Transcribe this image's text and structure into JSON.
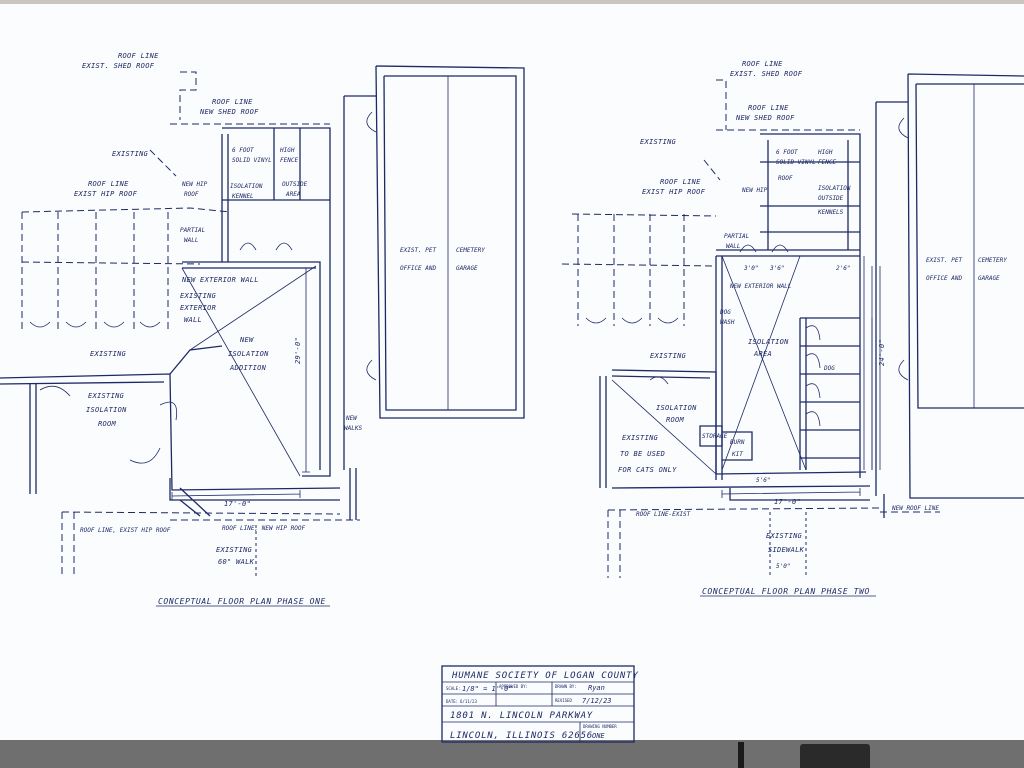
{
  "plan_one": {
    "caption": "CONCEPTUAL FLOOR PLAN PHASE ONE",
    "labels": {
      "roof_line_shed_1": "ROOF LINE",
      "roof_line_shed_2": "EXIST. SHED ROOF",
      "roof_line_new_shed_1": "ROOF LINE",
      "roof_line_new_shed_2": "NEW SHED ROOF",
      "existing_top": "EXISTING",
      "fence_1": "6 FOOT",
      "fence_2": "HIGH",
      "fence_3": "SOLID VINYL",
      "fence_4": "FENCE",
      "roof_line_hip_1": "ROOF LINE",
      "roof_line_hip_2": "EXIST HIP ROOF",
      "new_hip_1": "NEW HIP",
      "new_hip_2": "ROOF",
      "iso_kennel_1": "ISOLATION",
      "iso_kennel_2": "KENNEL",
      "outside_1": "OUTSIDE",
      "outside_2": "AREA",
      "partial_1": "PARTIAL",
      "partial_2": "WALL",
      "new_ext_wall": "NEW EXTERIOR WALL",
      "exist_ext_1": "EXISTING",
      "exist_ext_2": "EXTERIOR",
      "exist_ext_3": "WALL",
      "new_iso_1": "NEW",
      "new_iso_2": "ISOLATION",
      "new_iso_3": "ADDITION",
      "dim_29": "29'-0\"",
      "existing_mid": "EXISTING",
      "exist_iso_1": "EXISTING",
      "exist_iso_2": "ISOLATION",
      "exist_iso_3": "ROOM",
      "cemetery_1": "EXIST. PET",
      "cemetery_2": "CEMETERY",
      "cemetery_3": "OFFICE AND",
      "cemetery_4": "GARAGE",
      "walk_1": "NEW",
      "walk_2": "WALKS",
      "dim_17": "17'-0\"",
      "roof_exist_hip": "ROOF LINE, EXIST HIP ROOF",
      "roof_new_hip": "ROOF LINE, NEW HIP ROOF",
      "exist_walk_1": "EXISTING",
      "exist_walk_2": "60\" WALK"
    }
  },
  "plan_two": {
    "caption": "CONCEPTUAL FLOOR PLAN PHASE TWO",
    "labels": {
      "roof_line_shed_1": "ROOF LINE",
      "roof_line_shed_2": "EXIST. SHED ROOF",
      "roof_line_new_shed_1": "ROOF LINE",
      "roof_line_new_shed_2": "NEW SHED ROOF",
      "existing_top": "EXISTING",
      "fence_1": "6 FOOT",
      "fence_2": "HIGH",
      "fence_3": "SOLID VINYL",
      "fence_4": "FENCE",
      "roof_line_hip_1": "ROOF LINE",
      "roof_line_hip_2": "EXIST HIP ROOF",
      "new_hip_1": "NEW HIP",
      "new_hip_2": "ROOF",
      "iso_kennel_1": "ISOLATION",
      "iso_kennel_2": "OUTSIDE",
      "iso_kennel_3": "KENNELS",
      "partial_1": "PARTIAL",
      "partial_2": "WALL",
      "new_ext_wall": "NEW EXTERIOR WALL",
      "dog_wash_1": "DOG",
      "dog_wash_2": "WASH",
      "iso_area_1": "ISOLATION",
      "iso_area_2": "AREA",
      "dog": "DOG",
      "existing_mid": "EXISTING",
      "iso_room_1": "ISOLATION",
      "iso_room_2": "ROOM",
      "existing_low_1": "EXISTING",
      "existing_low_2": "TO BE USED",
      "existing_low_3": "FOR CATS ONLY",
      "cemetery_1": "EXIST. PET",
      "cemetery_2": "CEMETERY",
      "cemetery_3": "OFFICE AND",
      "cemetery_4": "GARAGE",
      "burn_1": "BURN",
      "burn_2": "KIT",
      "storage": "STORAGE",
      "dim_17": "17'-0\"",
      "dim_24": "24'-0\"",
      "dim_56": "5'6\"",
      "dim_30": "3'0\"",
      "dim_36": "3'6\"",
      "dim_26": "2'6\"",
      "roof_exist": "ROOF LINE-EXIST",
      "new_roof": "NEW ROOF LINE",
      "sidewalk_1": "EXISTING",
      "sidewalk_2": "SIDEWALK",
      "dim_50": "5'0\""
    }
  },
  "title_block": {
    "organization": "HUMANE SOCIETY OF LOGAN COUNTY",
    "scale_label": "SCALE:",
    "scale_value": "1/8\" = 1'-0\"",
    "approved_label": "APPROVED BY:",
    "drawn_label": "DRAWN BY:",
    "drawn_value": "Ryan",
    "date_label": "DATE:",
    "date_value": "6/11/23",
    "revised_label": "REVISED",
    "revised_value": "7/12/23",
    "address_1": "1801 N. LINCOLN PARKWAY",
    "address_2": "LINCOLN, ILLINOIS 62656",
    "drawing_number_label": "DRAWING NUMBER",
    "drawing_number_value": "ONE"
  }
}
